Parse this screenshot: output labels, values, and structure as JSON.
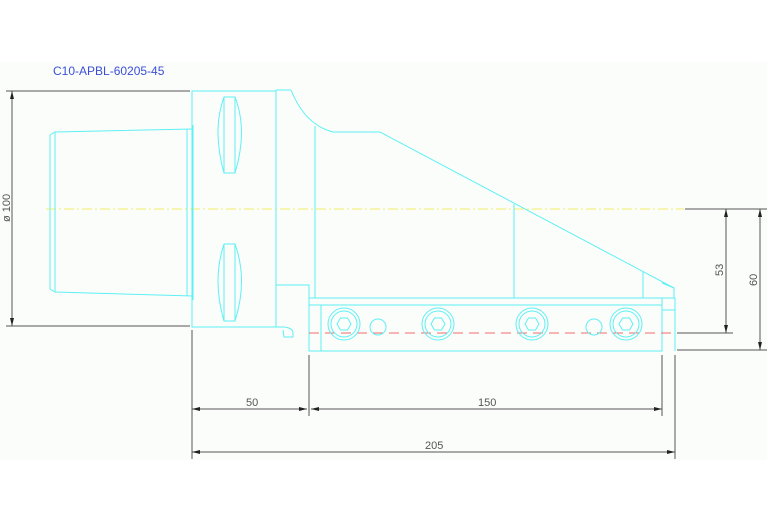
{
  "drawing": {
    "title": "C10-APBL-60205-45",
    "colors": {
      "part_outline": "#5ef0f4",
      "dimension": "#555555",
      "centerline": "#f2ef6a",
      "hole_centerline": "#f06a6a",
      "title": "#3a4fd6",
      "background": "#fbfdfb"
    },
    "dimensions": {
      "diameter": "ø 100",
      "height_to_center": "53",
      "height_total": "60",
      "length_shank": "50",
      "length_bar": "150",
      "length_total": "205"
    },
    "features": {
      "socket_head_screws": 4,
      "dowel_pins": 2,
      "clamping_slots": 2
    }
  }
}
